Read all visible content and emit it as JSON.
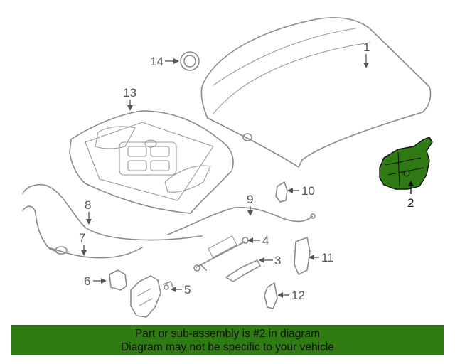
{
  "callouts": {
    "c1": "1",
    "c2": "2",
    "c3": "3",
    "c4": "4",
    "c5": "5",
    "c6": "6",
    "c7": "7",
    "c8": "8",
    "c9": "9",
    "c10": "10",
    "c11": "11",
    "c12": "12",
    "c13": "13",
    "c14": "14"
  },
  "highlighted_part": "2",
  "colors": {
    "banner": "#2f7a12",
    "highlight": "#2f7a12",
    "line": "#8a8a8a"
  },
  "banner": {
    "line1": "Part or sub-assembly is #2 in diagram",
    "line2": "Diagram may not be specific to your vehicle"
  }
}
